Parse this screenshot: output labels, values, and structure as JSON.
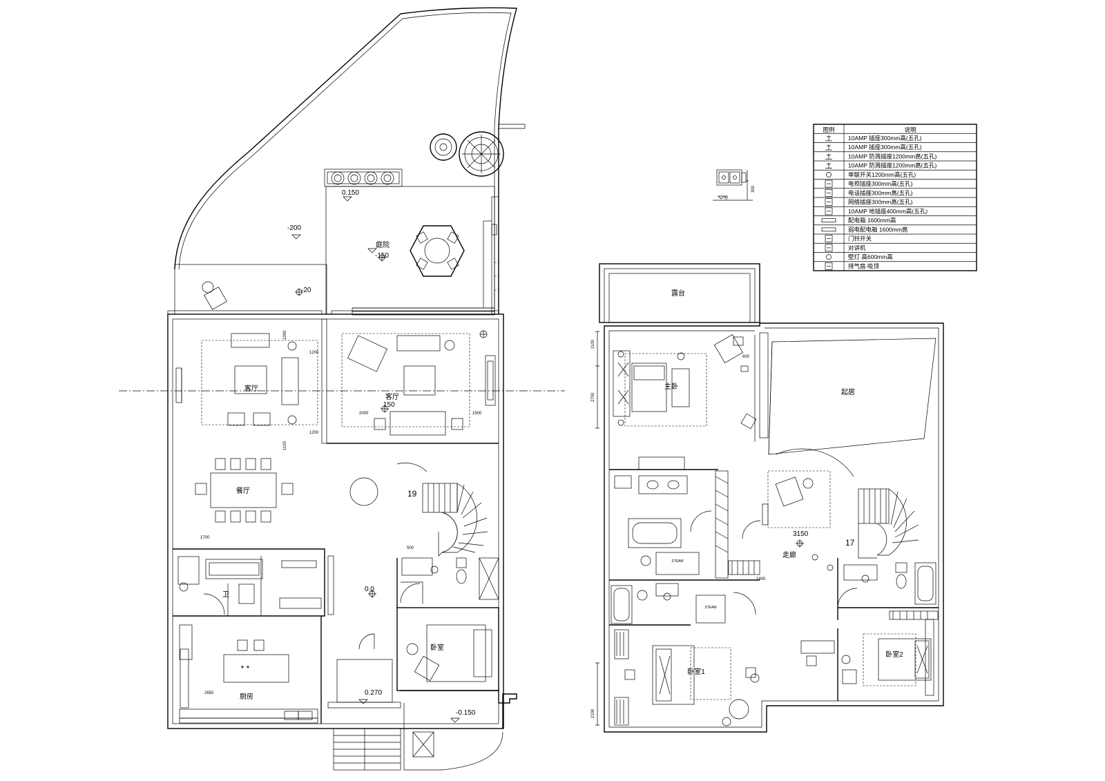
{
  "levels": {
    "ground": [
      {
        "id": "lvl-garden-a",
        "value": "-200"
      },
      {
        "id": "lvl-garden-b",
        "value": "-150"
      },
      {
        "id": "lvl-terrace",
        "value": "-20"
      },
      {
        "id": "lvl-planter",
        "value": "0.150"
      },
      {
        "id": "lvl-tea",
        "value": "150"
      },
      {
        "id": "lvl-hall",
        "value": "0.0"
      },
      {
        "id": "lvl-entry",
        "value": "0.270"
      },
      {
        "id": "lvl-court",
        "value": "-0.150"
      }
    ],
    "upper": [
      {
        "id": "lvl-upper-hall",
        "value": "3150"
      }
    ]
  },
  "stair_counts": {
    "ground": "19",
    "upper": "17"
  },
  "steam_labels": [
    "STEAM",
    "STEAM"
  ],
  "dimensions": {
    "ground": [
      "1000",
      "1200",
      "1200",
      "1100",
      "2000",
      "1500",
      "1700",
      "500",
      "2650"
    ],
    "upper": [
      "1100",
      "2700",
      "2100",
      "600",
      "1400"
    ]
  },
  "room_marks": {
    "ground": [
      "餐厅",
      "厨房",
      "庭院",
      "客厅",
      "客厅",
      "卧室",
      "卫"
    ],
    "upper": [
      "主卧",
      "卧室1",
      "卧室2",
      "露台",
      "起居",
      "走廊"
    ]
  },
  "legend": {
    "header": [
      "图例",
      "说明"
    ],
    "rows": [
      {
        "icon": "socket-300-icon",
        "text": "10AMP 插座300mm高(五孔)"
      },
      {
        "icon": "socket-300b-icon",
        "text": "10AMP 插座300mm高(五孔)"
      },
      {
        "icon": "socket-1200-icon",
        "text": "10AMP 防溅插座1200mm高(五孔)"
      },
      {
        "icon": "socket-1200b-icon",
        "text": "10AMP 防溅插座1200mm高(五孔)"
      },
      {
        "icon": "switch-1200-icon",
        "text": "单联开关1200mm高(五孔)"
      },
      {
        "icon": "tv-socket-icon",
        "text": "电视插座300mm高(五孔)"
      },
      {
        "icon": "phone-socket-icon",
        "text": "电话插座300mm高(五孔)"
      },
      {
        "icon": "data-socket-icon",
        "text": "网络插座300mm高(五孔)"
      },
      {
        "icon": "floor-socket-icon",
        "text": "10AMP 地插座400mm高(五孔)"
      },
      {
        "icon": "panel-icon",
        "text": "配电箱 1600mm高"
      },
      {
        "icon": "panel-b-icon",
        "text": "弱电配电箱 1600mm高"
      },
      {
        "icon": "doorbell-icon",
        "text": "门铃开关"
      },
      {
        "icon": "intercom-icon",
        "text": "对讲机"
      },
      {
        "icon": "light-icon",
        "text": "壁灯 高600mm高"
      },
      {
        "icon": "exhaust-icon",
        "text": "排气扇 吸顶"
      }
    ]
  },
  "detail": {
    "label": "300",
    "note": "地"
  }
}
